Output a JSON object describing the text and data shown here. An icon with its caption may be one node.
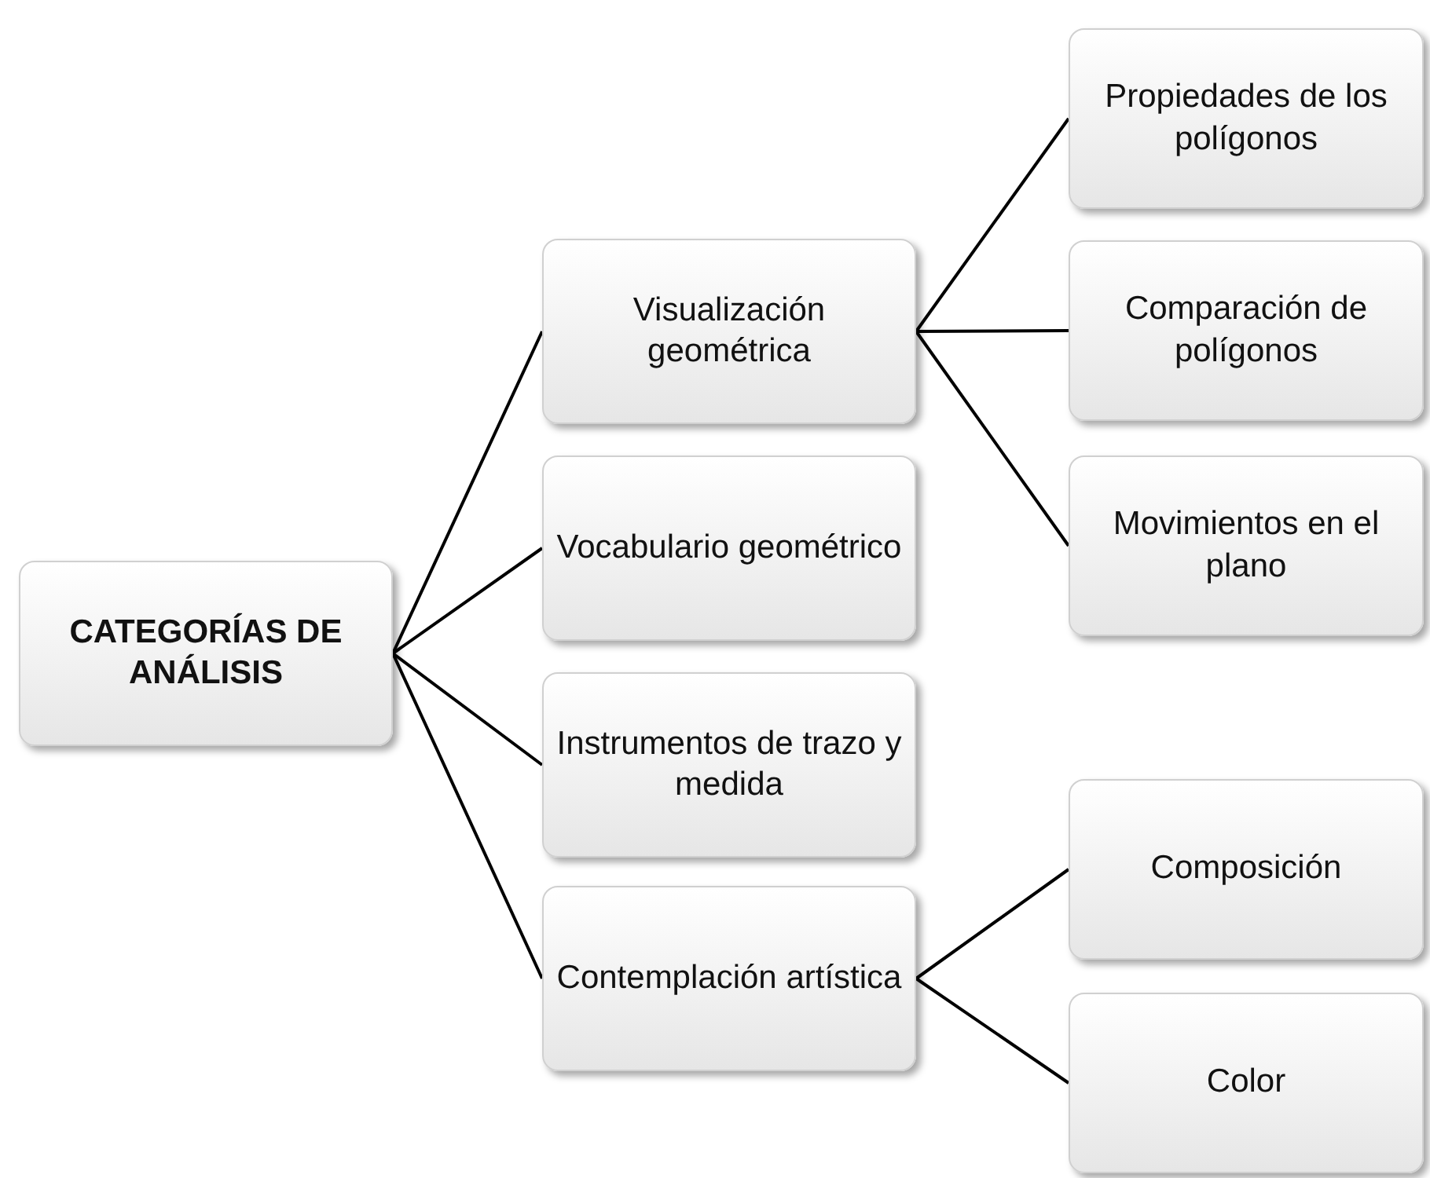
{
  "diagram": {
    "nodes": [
      {
        "text": [
          "CATEGORÍAS DE ANÁLISIS"
        ]
      },
      {
        "text": [
          "Visualización geométrica"
        ]
      },
      {
        "text": [
          "Vocabulario geométrico"
        ]
      },
      {
        "text": [
          "Instrumentos de trazo y medida"
        ]
      },
      {
        "text": [
          "Contemplación artística"
        ]
      },
      {
        "text": [
          "Propiedades de los polígonos"
        ]
      },
      {
        "text": [
          "Comparación de polígonos"
        ]
      },
      {
        "text": [
          "Movimientos en el plano"
        ]
      },
      {
        "text": [
          "Composición"
        ]
      },
      {
        "text": [
          "Color"
        ]
      }
    ],
    "edges": [
      {
        "from": 0,
        "to": 1,
        "arrow": "none"
      },
      {
        "from": 0,
        "to": 2,
        "arrow": "none"
      },
      {
        "from": 0,
        "to": 3,
        "arrow": "none"
      },
      {
        "from": 0,
        "to": 4,
        "arrow": "none"
      },
      {
        "from": 1,
        "to": 5,
        "arrow": "none"
      },
      {
        "from": 1,
        "to": 6,
        "arrow": "none"
      },
      {
        "from": 1,
        "to": 7,
        "arrow": "none"
      },
      {
        "from": 4,
        "to": 8,
        "arrow": "none"
      },
      {
        "from": 4,
        "to": 9,
        "arrow": "none"
      }
    ]
  }
}
